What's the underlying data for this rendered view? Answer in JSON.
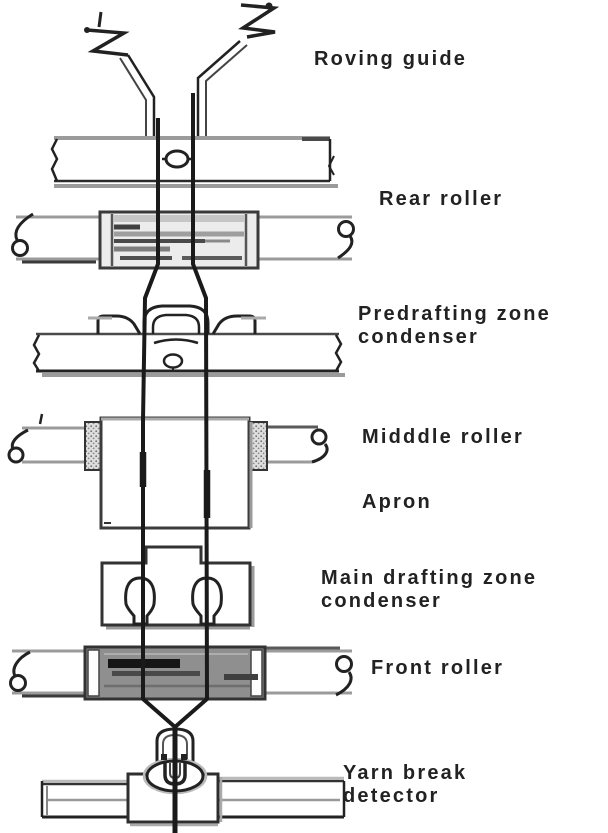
{
  "diagram": {
    "type": "textile-drafting-system",
    "colors": {
      "background": "#ffffff",
      "ink": "#222222",
      "shadow_gray": "#9b9b9b",
      "roller_fill": "#8f8f8f",
      "label_text": "#222222"
    },
    "labels": {
      "roving_guide": "Roving guide",
      "rear_roller": "Rear roller",
      "predrafting_line1": "Predrafting zone",
      "predrafting_line2": "condenser",
      "middle_roller": "Midddle roller",
      "apron": "Apron",
      "main_drafting_line1": "Main drafting zone",
      "main_drafting_line2": "condenser",
      "front_roller": "Front roller",
      "yarn_break_line1": "Yarn break",
      "yarn_break_line2": "detector"
    }
  }
}
